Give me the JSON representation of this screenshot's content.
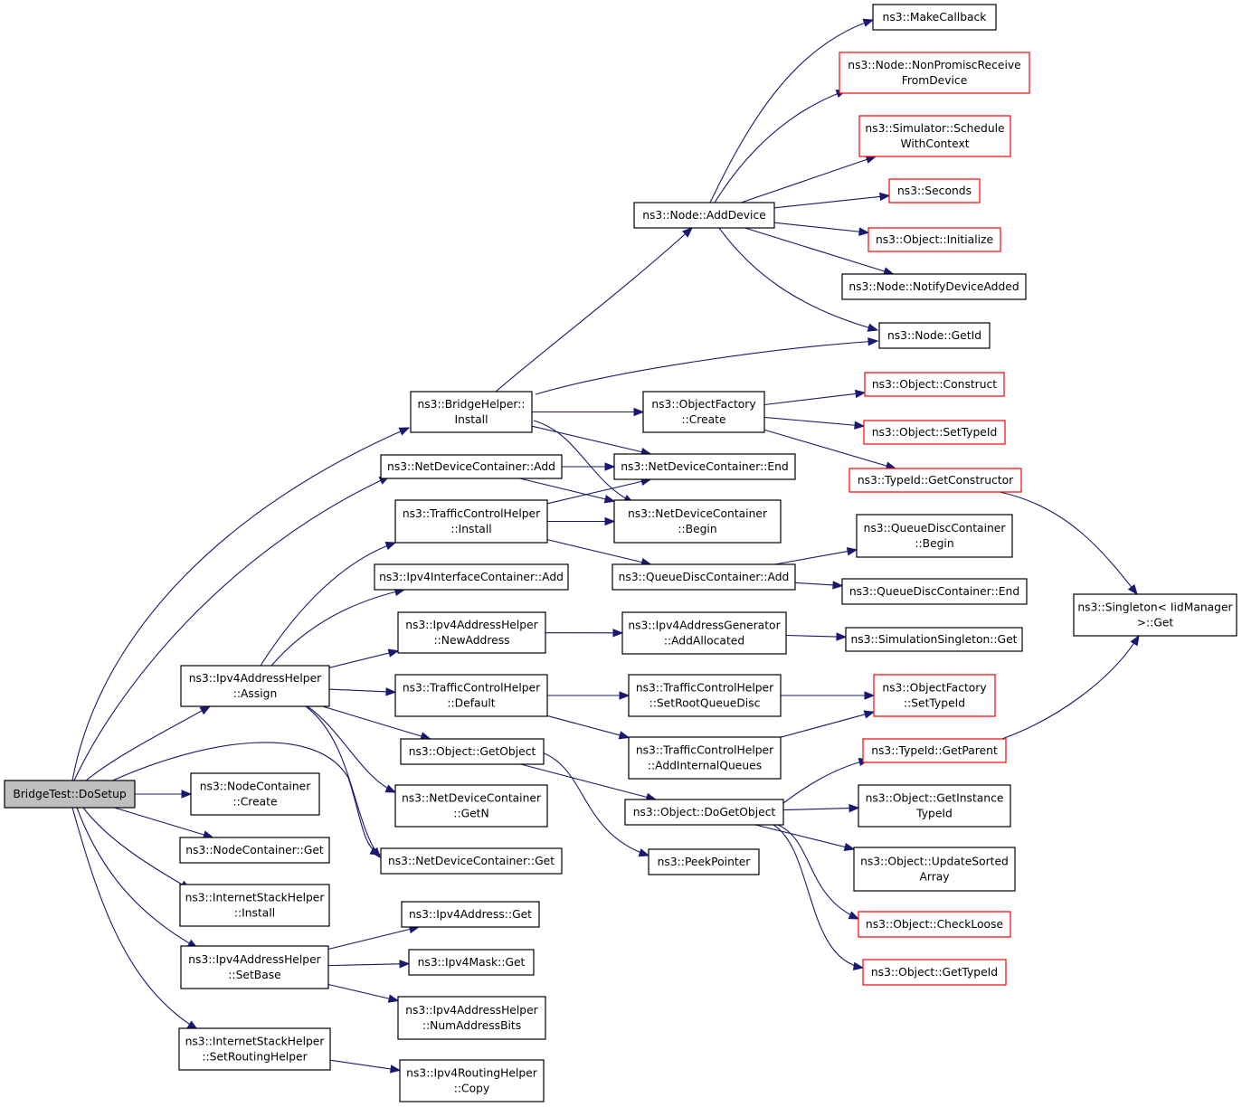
{
  "diagram": {
    "colors": {
      "edge": "#191970",
      "border_normal": "#000000",
      "border_truncated": "#ff0000",
      "root_fill": "#bfbfbf"
    },
    "nodes": [
      {
        "id": "dosetup",
        "lines": [
          "BridgeTest::DoSetup"
        ],
        "style": "root"
      },
      {
        "id": "makecallback",
        "lines": [
          "ns3::MakeCallback"
        ],
        "style": "normal"
      },
      {
        "id": "nonpromisc",
        "lines": [
          "ns3::Node::NonPromiscReceive",
          "FromDevice"
        ],
        "style": "red"
      },
      {
        "id": "schedctx",
        "lines": [
          "ns3::Simulator::Schedule",
          "WithContext"
        ],
        "style": "red"
      },
      {
        "id": "seconds",
        "lines": [
          "ns3::Seconds"
        ],
        "style": "red"
      },
      {
        "id": "nodeadddevice",
        "lines": [
          "ns3::Node::AddDevice"
        ],
        "style": "normal"
      },
      {
        "id": "objinit",
        "lines": [
          "ns3::Object::Initialize"
        ],
        "style": "red"
      },
      {
        "id": "notifydev",
        "lines": [
          "ns3::Node::NotifyDeviceAdded"
        ],
        "style": "normal"
      },
      {
        "id": "nodegetid",
        "lines": [
          "ns3::Node::GetId"
        ],
        "style": "normal"
      },
      {
        "id": "bridgeinstall",
        "lines": [
          "ns3::BridgeHelper::",
          "Install"
        ],
        "style": "normal"
      },
      {
        "id": "objconstruct",
        "lines": [
          "ns3::Object::Construct"
        ],
        "style": "red"
      },
      {
        "id": "offcreate",
        "lines": [
          "ns3::ObjectFactory",
          "::Create"
        ],
        "style": "normal"
      },
      {
        "id": "objsettypeid",
        "lines": [
          "ns3::Object::SetTypeId"
        ],
        "style": "red"
      },
      {
        "id": "ndcadd",
        "lines": [
          "ns3::NetDeviceContainer::Add"
        ],
        "style": "normal"
      },
      {
        "id": "ndcend",
        "lines": [
          "ns3::NetDeviceContainer::End"
        ],
        "style": "normal"
      },
      {
        "id": "getconstructor",
        "lines": [
          "ns3::TypeId::GetConstructor"
        ],
        "style": "red"
      },
      {
        "id": "tchinstall",
        "lines": [
          "ns3::TrafficControlHelper",
          "::Install"
        ],
        "style": "normal"
      },
      {
        "id": "ndcbegin",
        "lines": [
          "ns3::NetDeviceContainer",
          "::Begin"
        ],
        "style": "normal"
      },
      {
        "id": "qdcbegin",
        "lines": [
          "ns3::QueueDiscContainer",
          "::Begin"
        ],
        "style": "normal"
      },
      {
        "id": "ipv4icadd",
        "lines": [
          "ns3::Ipv4InterfaceContainer::Add"
        ],
        "style": "normal"
      },
      {
        "id": "qdcadd",
        "lines": [
          "ns3::QueueDiscContainer::Add"
        ],
        "style": "normal"
      },
      {
        "id": "qdcend",
        "lines": [
          "ns3::QueueDiscContainer::End"
        ],
        "style": "normal"
      },
      {
        "id": "singleton",
        "lines": [
          "ns3::Singleton< IidManager",
          ">::Get"
        ],
        "style": "normal"
      },
      {
        "id": "newaddress",
        "lines": [
          "ns3::Ipv4AddressHelper",
          "::NewAddress"
        ],
        "style": "normal"
      },
      {
        "id": "addallocated",
        "lines": [
          "ns3::Ipv4AddressGenerator",
          "::AddAllocated"
        ],
        "style": "normal"
      },
      {
        "id": "simsingleton",
        "lines": [
          "ns3::SimulationSingleton::Get"
        ],
        "style": "normal"
      },
      {
        "id": "assign",
        "lines": [
          "ns3::Ipv4AddressHelper",
          "::Assign"
        ],
        "style": "normal"
      },
      {
        "id": "tchdefault",
        "lines": [
          "ns3::TrafficControlHelper",
          "::Default"
        ],
        "style": "normal"
      },
      {
        "id": "setrootqd",
        "lines": [
          "ns3::TrafficControlHelper",
          "::SetRootQueueDisc"
        ],
        "style": "normal"
      },
      {
        "id": "offsettypeid",
        "lines": [
          "ns3::ObjectFactory",
          "::SetTypeId"
        ],
        "style": "red"
      },
      {
        "id": "getobject",
        "lines": [
          "ns3::Object::GetObject"
        ],
        "style": "normal"
      },
      {
        "id": "addinternalq",
        "lines": [
          "ns3::TrafficControlHelper",
          "::AddInternalQueues"
        ],
        "style": "normal"
      },
      {
        "id": "getparent",
        "lines": [
          "ns3::TypeId::GetParent"
        ],
        "style": "red"
      },
      {
        "id": "nccreate",
        "lines": [
          "ns3::NodeContainer",
          "::Create"
        ],
        "style": "normal"
      },
      {
        "id": "ndcgetn",
        "lines": [
          "ns3::NetDeviceContainer",
          "::GetN"
        ],
        "style": "normal"
      },
      {
        "id": "dogetobject",
        "lines": [
          "ns3::Object::DoGetObject"
        ],
        "style": "normal"
      },
      {
        "id": "getinstancetypeid",
        "lines": [
          "ns3::Object::GetInstance",
          "TypeId"
        ],
        "style": "normal"
      },
      {
        "id": "ncget",
        "lines": [
          "ns3::NodeContainer::Get"
        ],
        "style": "normal"
      },
      {
        "id": "ndcget",
        "lines": [
          "ns3::NetDeviceContainer::Get"
        ],
        "style": "normal"
      },
      {
        "id": "peekpointer",
        "lines": [
          "ns3::PeekPointer"
        ],
        "style": "normal"
      },
      {
        "id": "updatesorted",
        "lines": [
          "ns3::Object::UpdateSorted",
          "Array"
        ],
        "style": "normal"
      },
      {
        "id": "ishinstall",
        "lines": [
          "ns3::InternetStackHelper",
          "::Install"
        ],
        "style": "normal"
      },
      {
        "id": "checkloose",
        "lines": [
          "ns3::Object::CheckLoose"
        ],
        "style": "red"
      },
      {
        "id": "ipv4addrget",
        "lines": [
          "ns3::Ipv4Address::Get"
        ],
        "style": "normal"
      },
      {
        "id": "setbase",
        "lines": [
          "ns3::Ipv4AddressHelper",
          "::SetBase"
        ],
        "style": "normal"
      },
      {
        "id": "ipv4maskget",
        "lines": [
          "ns3::Ipv4Mask::Get"
        ],
        "style": "normal"
      },
      {
        "id": "objgettypeid",
        "lines": [
          "ns3::Object::GetTypeId"
        ],
        "style": "red"
      },
      {
        "id": "numaddrbits",
        "lines": [
          "ns3::Ipv4AddressHelper",
          "::NumAddressBits"
        ],
        "style": "normal"
      },
      {
        "id": "setroutinghelper",
        "lines": [
          "ns3::InternetStackHelper",
          "::SetRoutingHelper"
        ],
        "style": "normal"
      },
      {
        "id": "routingcopy",
        "lines": [
          "ns3::Ipv4RoutingHelper",
          "::Copy"
        ],
        "style": "normal"
      }
    ],
    "edges": [
      [
        "dosetup",
        "bridgeinstall"
      ],
      [
        "dosetup",
        "ndcadd"
      ],
      [
        "dosetup",
        "assign"
      ],
      [
        "dosetup",
        "nccreate"
      ],
      [
        "dosetup",
        "ncget"
      ],
      [
        "dosetup",
        "ndcget"
      ],
      [
        "dosetup",
        "ishinstall"
      ],
      [
        "dosetup",
        "setbase"
      ],
      [
        "dosetup",
        "setroutinghelper"
      ],
      [
        "nodeadddevice",
        "makecallback"
      ],
      [
        "nodeadddevice",
        "nonpromisc"
      ],
      [
        "nodeadddevice",
        "schedctx"
      ],
      [
        "nodeadddevice",
        "seconds"
      ],
      [
        "nodeadddevice",
        "objinit"
      ],
      [
        "nodeadddevice",
        "notifydev"
      ],
      [
        "nodeadddevice",
        "nodegetid"
      ],
      [
        "bridgeinstall",
        "nodeadddevice"
      ],
      [
        "bridgeinstall",
        "nodegetid"
      ],
      [
        "bridgeinstall",
        "offcreate"
      ],
      [
        "bridgeinstall",
        "ndcend"
      ],
      [
        "bridgeinstall",
        "ndcbegin"
      ],
      [
        "offcreate",
        "objconstruct"
      ],
      [
        "offcreate",
        "objsettypeid"
      ],
      [
        "offcreate",
        "getconstructor"
      ],
      [
        "getconstructor",
        "singleton"
      ],
      [
        "ndcadd",
        "ndcend"
      ],
      [
        "ndcadd",
        "ndcbegin"
      ],
      [
        "tchinstall",
        "ndcend"
      ],
      [
        "tchinstall",
        "ndcbegin"
      ],
      [
        "tchinstall",
        "qdcadd"
      ],
      [
        "qdcadd",
        "qdcbegin"
      ],
      [
        "qdcadd",
        "qdcend"
      ],
      [
        "assign",
        "tchinstall"
      ],
      [
        "assign",
        "ipv4icadd"
      ],
      [
        "assign",
        "newaddress"
      ],
      [
        "assign",
        "tchdefault"
      ],
      [
        "assign",
        "getobject"
      ],
      [
        "assign",
        "ndcgetn"
      ],
      [
        "assign",
        "ndcget"
      ],
      [
        "newaddress",
        "addallocated"
      ],
      [
        "addallocated",
        "simsingleton"
      ],
      [
        "tchdefault",
        "setrootqd"
      ],
      [
        "tchdefault",
        "addinternalq"
      ],
      [
        "setrootqd",
        "offsettypeid"
      ],
      [
        "addinternalq",
        "offsettypeid"
      ],
      [
        "getobject",
        "dogetobject"
      ],
      [
        "getobject",
        "peekpointer"
      ],
      [
        "dogetobject",
        "getparent"
      ],
      [
        "dogetobject",
        "getinstancetypeid"
      ],
      [
        "dogetobject",
        "updatesorted"
      ],
      [
        "dogetobject",
        "checkloose"
      ],
      [
        "dogetobject",
        "objgettypeid"
      ],
      [
        "getparent",
        "singleton"
      ],
      [
        "setbase",
        "ipv4addrget"
      ],
      [
        "setbase",
        "ipv4maskget"
      ],
      [
        "setbase",
        "numaddrbits"
      ],
      [
        "setroutinghelper",
        "routingcopy"
      ]
    ]
  }
}
